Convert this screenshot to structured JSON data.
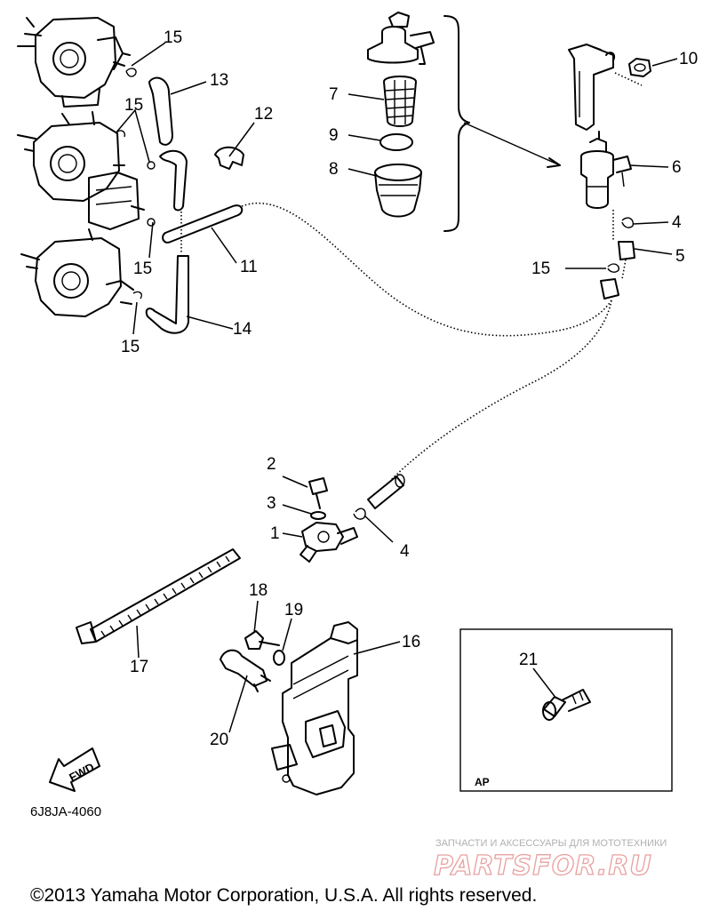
{
  "diagram": {
    "callouts": {
      "c1": "1",
      "c2": "2",
      "c3": "3",
      "c4a": "4",
      "c4b": "4",
      "c5": "5",
      "c6": "6",
      "c7": "7",
      "c8": "8",
      "c9": "9",
      "c10": "10",
      "c11": "11",
      "c12": "12",
      "c13": "13",
      "c14": "14",
      "c15a": "15",
      "c15b": "15",
      "c15c": "15",
      "c15d": "15",
      "c15e": "15",
      "c16": "16",
      "c17": "17",
      "c18": "18",
      "c19": "19",
      "c20": "20",
      "c21": "21"
    },
    "inset_label": "AP",
    "fwd_label": "FWD",
    "drawing_code": "6J8JA-4060"
  },
  "watermark": {
    "subtitle": "ЗАПЧАСТИ И АКСЕССУАРЫ ДЛЯ МОТОТЕХНИКИ",
    "brand": "PARTSFOR.RU",
    "color": "#e8a0a0"
  },
  "footer": {
    "copyright": "©2013 Yamaha Motor Corporation, U.S.A. All rights reserved."
  }
}
